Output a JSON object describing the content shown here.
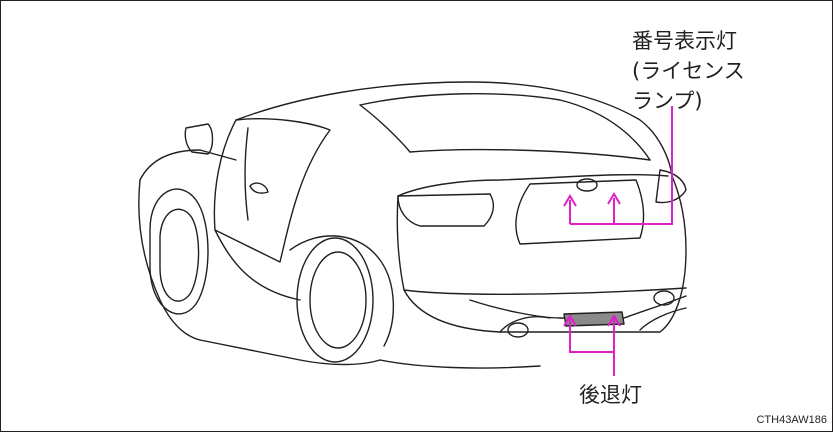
{
  "callouts": {
    "license_lamp": {
      "line1": "番号表示灯",
      "line2": "(ライセンス",
      "line3": "ランプ)"
    },
    "backup_lamp": "後退灯"
  },
  "figure_code": "CTH43AW186",
  "colors": {
    "outline": "#231f20",
    "leader": "#e020c8",
    "frame": "#231f20"
  }
}
